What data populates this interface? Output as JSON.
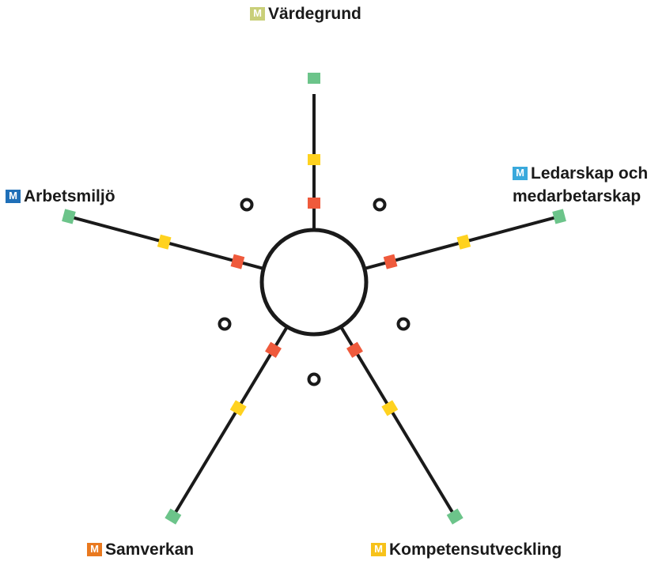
{
  "colors": {
    "level_outer": "#6cc48a",
    "level_mid": "#ffd21f",
    "level_inner": "#ef5a3c",
    "line": "#1a1a1a"
  },
  "logo_letter": "M",
  "axes": [
    {
      "key": "vardegrund",
      "label": "Värdegrund",
      "logo_color": "#c9cf79",
      "label_lines": [
        "Värdegrund"
      ]
    },
    {
      "key": "ledarskap",
      "label": "Ledarskap och medarbetarskap",
      "logo_color": "#3aa9dc",
      "label_lines": [
        "Ledarskap och",
        "medarbetarskap"
      ]
    },
    {
      "key": "kompetensutveckling",
      "label": "Kompetensutveckling",
      "logo_color": "#f7c21a",
      "label_lines": [
        "Kompetensutveckling"
      ]
    },
    {
      "key": "samverkan",
      "label": "Samverkan",
      "logo_color": "#e9791f",
      "label_lines": [
        "Samverkan"
      ]
    },
    {
      "key": "arbetsmiljo",
      "label": "Arbetsmiljö",
      "logo_color": "#1f6fb8",
      "label_lines": [
        "Arbetsmiljö"
      ]
    }
  ],
  "levels": [
    "inner",
    "mid",
    "outer"
  ]
}
